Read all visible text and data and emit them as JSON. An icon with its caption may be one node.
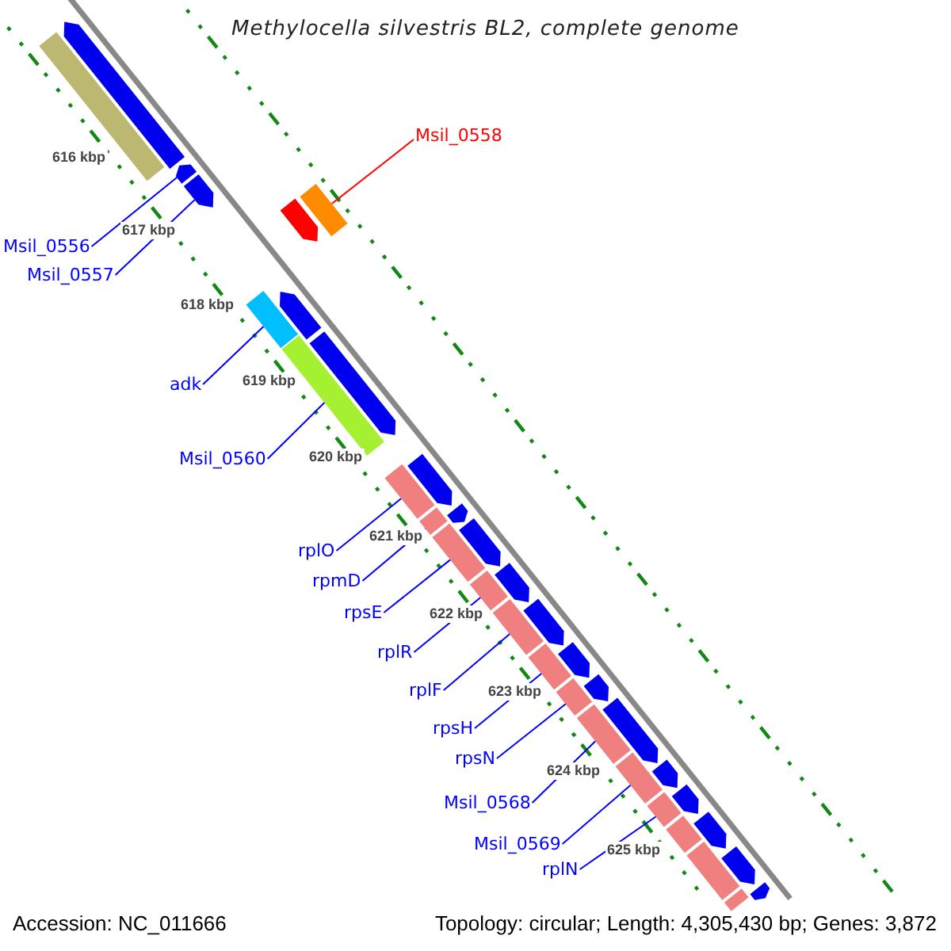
{
  "diagram": {
    "title": "Methylocella silvestris BL2, complete genome",
    "nodes": [
      {
        "text": [
          "Msil_0558"
        ]
      },
      {
        "text": [
          "Msil_0556"
        ]
      },
      {
        "text": [
          "Msil_0557"
        ]
      },
      {
        "text": [
          "adk"
        ]
      },
      {
        "text": [
          "Msil_0560"
        ]
      },
      {
        "text": [
          "rplO"
        ]
      },
      {
        "text": [
          "rpmD"
        ]
      },
      {
        "text": [
          "rpsE"
        ]
      },
      {
        "text": [
          "rplR"
        ]
      },
      {
        "text": [
          "rplF"
        ]
      },
      {
        "text": [
          "rpsH"
        ]
      },
      {
        "text": [
          "rpsN"
        ]
      },
      {
        "text": [
          "Msil_0568"
        ]
      },
      {
        "text": [
          "Msil_0569"
        ]
      },
      {
        "text": [
          "rplN"
        ]
      },
      {
        "text": [],
        "shape": "arrow"
      },
      {
        "text": [],
        "shape": "bar"
      },
      {
        "text": [],
        "shape": "arrow"
      },
      {
        "text": [],
        "shape": "arrow"
      },
      {
        "text": [],
        "shape": "arrow"
      },
      {
        "text": [],
        "shape": "bar"
      },
      {
        "text": [],
        "shape": "bar"
      },
      {
        "text": [],
        "shape": "arrow"
      },
      {
        "text": [],
        "shape": "bar"
      },
      {
        "text": [],
        "shape": "arrow"
      },
      {
        "text": [],
        "shape": "bar"
      },
      {
        "text": [],
        "shape": "arrow"
      },
      {
        "text": [],
        "shape": "bar"
      },
      {
        "text": [],
        "shape": "arrow"
      },
      {
        "text": [],
        "shape": "bar"
      },
      {
        "text": [],
        "shape": "arrow"
      },
      {
        "text": [],
        "shape": "bar"
      },
      {
        "text": [],
        "shape": "arrow"
      },
      {
        "text": [],
        "shape": "bar"
      },
      {
        "text": [],
        "shape": "arrow"
      },
      {
        "text": [],
        "shape": "bar"
      },
      {
        "text": [],
        "shape": "arrow"
      },
      {
        "text": [],
        "shape": "bar"
      },
      {
        "text": [],
        "shape": "arrow"
      },
      {
        "text": [],
        "shape": "bar"
      },
      {
        "text": [],
        "shape": "arrow"
      },
      {
        "text": [],
        "shape": "bar"
      },
      {
        "text": [],
        "shape": "arrow"
      },
      {
        "text": [],
        "shape": "bar"
      },
      {
        "text": [],
        "shape": "arrow"
      },
      {
        "text": [],
        "shape": "bar"
      },
      {
        "text": [],
        "shape": "arrow"
      },
      {
        "text": [],
        "shape": "bar"
      },
      {
        "text": [],
        "shape": "arrow"
      },
      {
        "text": [],
        "shape": "bar"
      },
      {
        "text": [],
        "shape": "arrow"
      }
    ],
    "edges": [
      {
        "from": 0,
        "to": 20,
        "arrow": "none",
        "color": "#ff0000"
      },
      {
        "from": 1,
        "to": 17,
        "arrow": "none"
      },
      {
        "from": 2,
        "to": 18,
        "arrow": "none"
      },
      {
        "from": 3,
        "to": 21,
        "arrow": "none"
      },
      {
        "from": 4,
        "to": 23,
        "arrow": "none"
      },
      {
        "from": 5,
        "to": 25,
        "arrow": "none"
      },
      {
        "from": 6,
        "to": 27,
        "arrow": "none"
      },
      {
        "from": 7,
        "to": 29,
        "arrow": "none"
      },
      {
        "from": 8,
        "to": 31,
        "arrow": "none"
      },
      {
        "from": 9,
        "to": 33,
        "arrow": "none"
      },
      {
        "from": 10,
        "to": 35,
        "arrow": "none"
      },
      {
        "from": 11,
        "to": 37,
        "arrow": "none"
      },
      {
        "from": 12,
        "to": 39,
        "arrow": "none"
      },
      {
        "from": 13,
        "to": 41,
        "arrow": "none"
      },
      {
        "from": 14,
        "to": 43,
        "arrow": "none"
      }
    ],
    "labels": [
      "616 kbp",
      "617 kbp",
      "618 kbp",
      "619 kbp",
      "620 kbp",
      "621 kbp",
      "622 kbp",
      "623 kbp",
      "624 kbp",
      "625 kbp",
      "Accession: NC_011666",
      "Topology: circular; Length: 4,305,430 bp; Genes: 3,872"
    ]
  }
}
